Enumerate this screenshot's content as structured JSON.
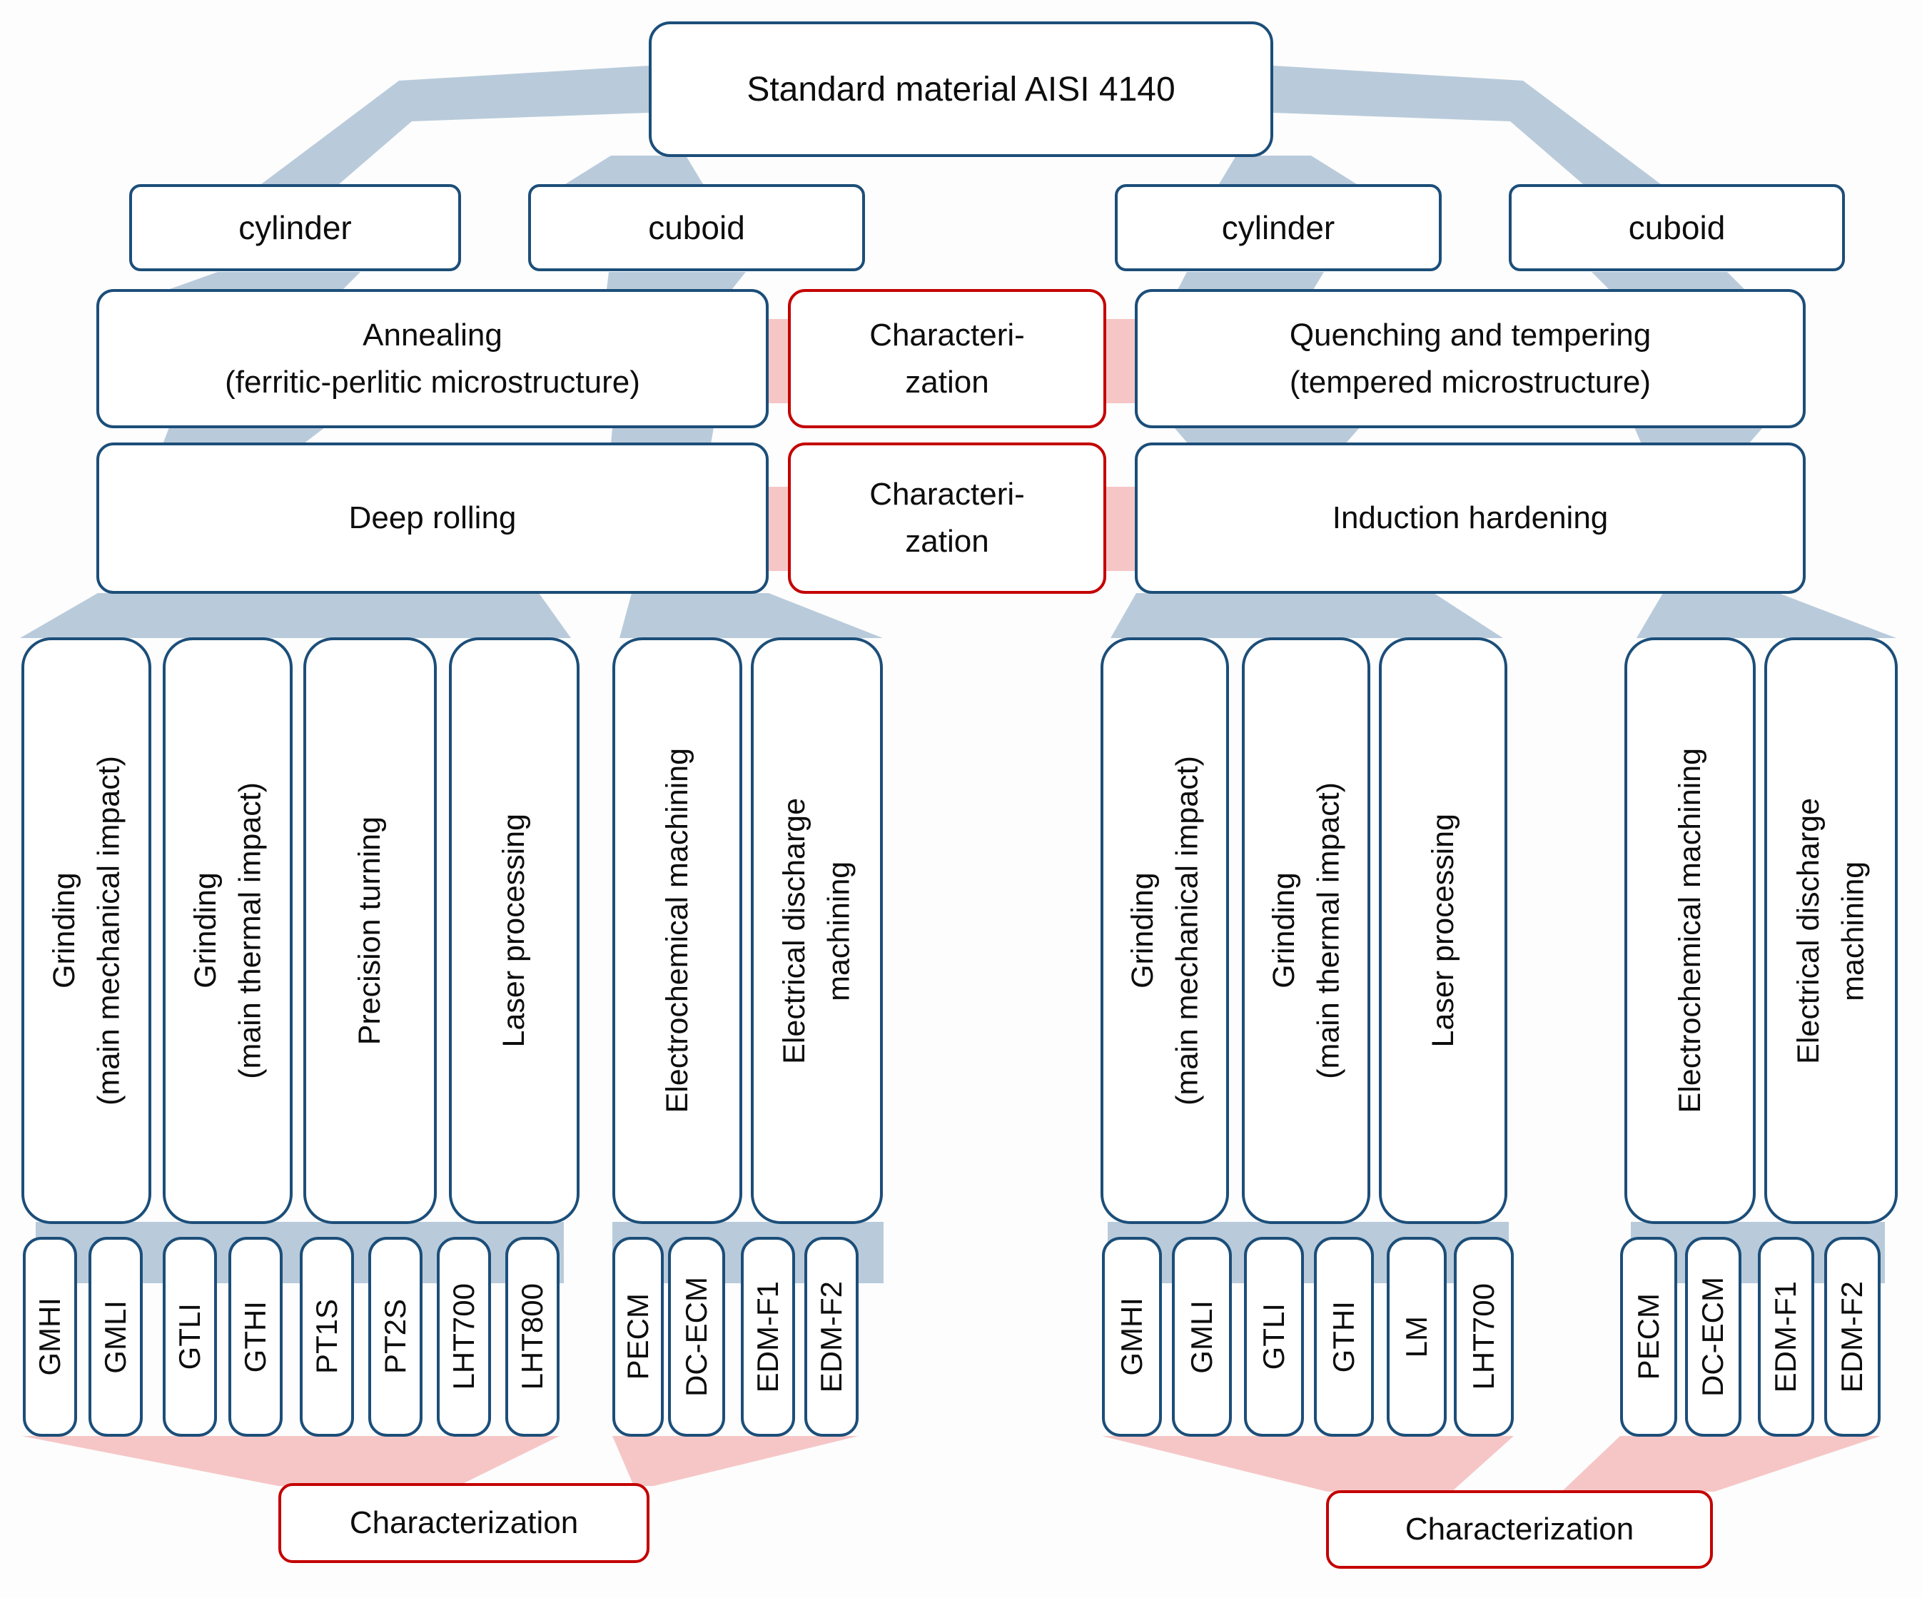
{
  "colors": {
    "connector_blue": "#b9cbdb",
    "connector_pink": "#f6c6c6",
    "border_blue": "#1c4e79",
    "border_red": "#c40000",
    "box_fill": "#ffffff",
    "text": "#0d0d0d",
    "background": "#fdfdfd"
  },
  "nodes": {
    "root": "Standard material AISI 4140",
    "cylinder_left": "cylinder",
    "cuboid_left": "cuboid",
    "cylinder_right": "cylinder",
    "cuboid_right": "cuboid",
    "annealing": {
      "line1": "Annealing",
      "line2": "(ferritic-perlitic microstructure)"
    },
    "characterization_mid1": {
      "line1": "Characteri-",
      "line2": "zation"
    },
    "quenching": {
      "line1": "Quenching and tempering",
      "line2": "(tempered microstructure)"
    },
    "deep_rolling": "Deep rolling",
    "characterization_mid2": {
      "line1": "Characteri-",
      "line2": "zation"
    },
    "induction_hardening": "Induction hardening",
    "characterization_bottom_left": "Characterization",
    "characterization_bottom_right": "Characterization"
  },
  "processes_left": [
    {
      "line1": "Grinding",
      "line2": "(main mechanical impact)"
    },
    {
      "line1": "Grinding",
      "line2": "(main thermal impact)"
    },
    {
      "line1": "Precision turning"
    },
    {
      "line1": "Laser processing"
    },
    {
      "line1": "Electrochemical machining"
    },
    {
      "line1": "Electrical discharge",
      "line2": "machining"
    }
  ],
  "processes_right": [
    {
      "line1": "Grinding",
      "line2": "(main mechanical impact)"
    },
    {
      "line1": "Grinding",
      "line2": "(main thermal impact)"
    },
    {
      "line1": "Laser processing"
    },
    {
      "line1": "Electrochemical machining"
    },
    {
      "line1": "Electrical discharge",
      "line2": "machining"
    }
  ],
  "variants_left": [
    "GMHI",
    "GMLI",
    "GTLI",
    "GTHI",
    "PT1S",
    "PT2S",
    "LHT700",
    "LHT800"
  ],
  "variants_left_ecm": [
    "PECM",
    "DC-ECM",
    "EDM-F1",
    "EDM-F2"
  ],
  "variants_right": [
    "GMHI",
    "GMLI",
    "GTLI",
    "GTHI",
    "LM",
    "LHT700"
  ],
  "variants_right_ecm": [
    "PECM",
    "DC-ECM",
    "EDM-F1",
    "EDM-F2"
  ]
}
